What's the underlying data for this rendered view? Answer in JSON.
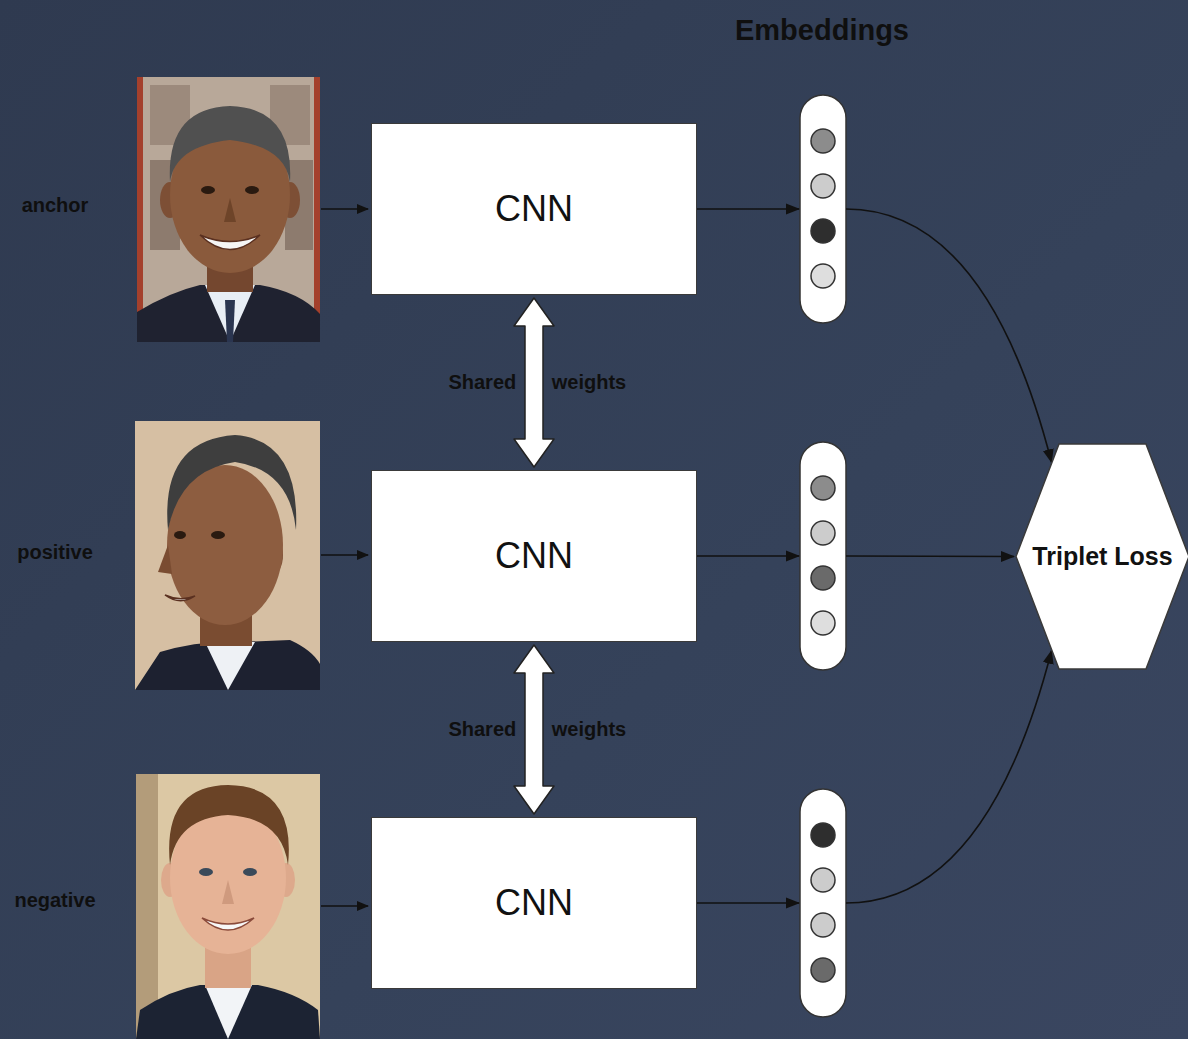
{
  "diagram": {
    "nodes": [
      {
        "text": [
          "CNN"
        ]
      },
      {
        "text": [
          "CNN"
        ]
      },
      {
        "text": [
          "CNN"
        ]
      },
      {
        "text": [
          "Triplet Loss"
        ]
      }
    ],
    "edges": [
      {
        "from": 0,
        "to": 1,
        "arrow": "both",
        "label": "Shared weights"
      },
      {
        "from": 1,
        "to": 2,
        "arrow": "both",
        "label": "Shared weights"
      },
      {
        "from": 0,
        "to": 3,
        "arrow": "to"
      },
      {
        "from": 1,
        "to": 3,
        "arrow": "to"
      },
      {
        "from": 2,
        "to": 3,
        "arrow": "to"
      }
    ],
    "labels": [
      "Embeddings",
      "anchor",
      "positive",
      "negative"
    ]
  }
}
